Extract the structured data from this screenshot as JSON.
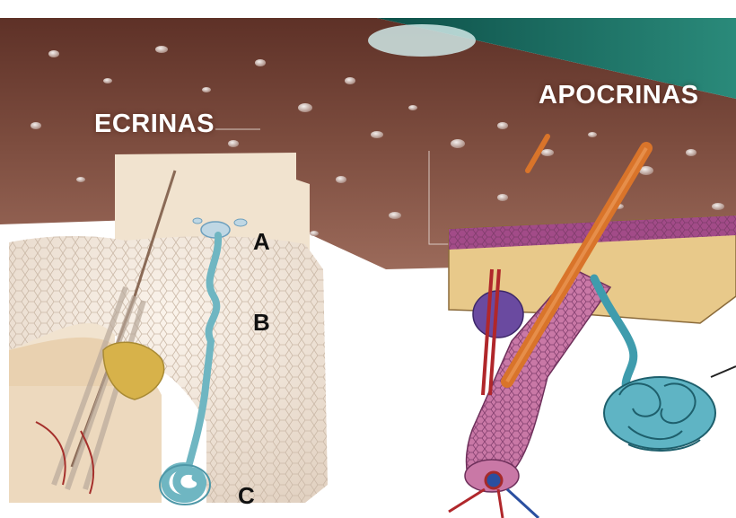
{
  "labels": {
    "ecrine_title": "ECRINAS",
    "apocrine_title": "APOCRINAS",
    "part_a": "A",
    "part_b": "B",
    "part_c": "C"
  },
  "colors": {
    "skin_brown": "#7a4a3c",
    "sweat_duct_blue": "#6fb6c2",
    "gland_teal": "#3f9cad",
    "hair_shaft_orange": "#d9742a",
    "follicle_pink": "#c978a6",
    "sebaceous_purple": "#6a4aa0",
    "dermis_yellow": "#e8c98a"
  }
}
